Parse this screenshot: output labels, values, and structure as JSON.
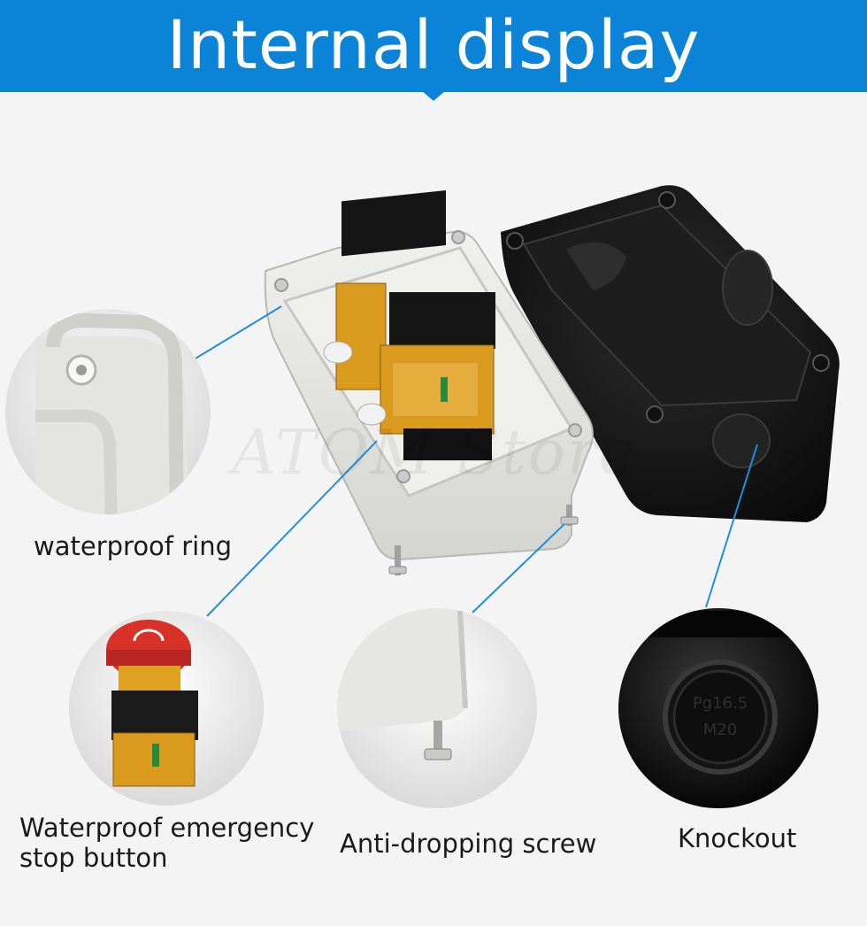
{
  "header": {
    "title": "Internal display"
  },
  "watermark": "ATOM Store",
  "callouts": {
    "waterproof_ring": "waterproof ring",
    "emergency_stop_line1": "Waterproof emergency",
    "emergency_stop_line2": "stop button",
    "anti_dropping_screw": "Anti-dropping screw",
    "knockout": "Knockout"
  },
  "knockout_marking": {
    "line1": "Pg16.5",
    "line2": "M20"
  },
  "colors": {
    "banner": "#0b84d8",
    "leader_line": "#1f8fdc",
    "box_base": "#e2e2df",
    "box_lid": "#161616",
    "switch_body": "#d99a1e",
    "estop_head": "#d7312a"
  },
  "icons": [
    "emergency-stop-button-icon",
    "screw-icon",
    "knockout-icon"
  ]
}
